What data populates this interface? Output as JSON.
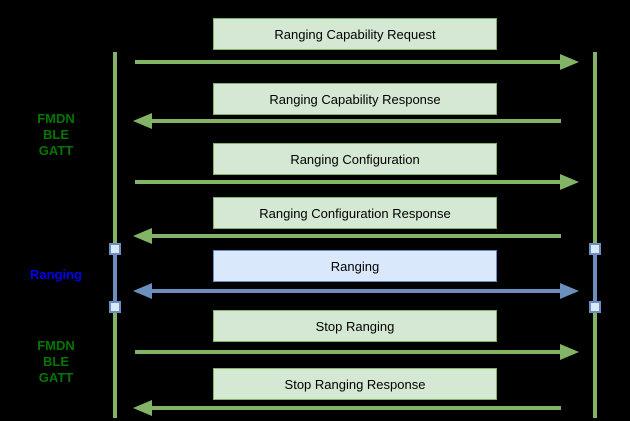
{
  "diagram": {
    "type": "sequence-diagram",
    "background": "#000000",
    "phase_labels": [
      {
        "lines": [
          "FMDN",
          "BLE",
          "GATT"
        ],
        "color": "#007700"
      },
      {
        "lines": [
          "Ranging"
        ],
        "color": "#0000EE"
      },
      {
        "lines": [
          "FMDN",
          "BLE",
          "GATT"
        ],
        "color": "#007700"
      }
    ],
    "messages": [
      {
        "label": "Ranging Capability Request",
        "direction": "right",
        "style": "green"
      },
      {
        "label": "Ranging Capability Response",
        "direction": "left",
        "style": "green"
      },
      {
        "label": "Ranging Configuration",
        "direction": "right",
        "style": "green"
      },
      {
        "label": "Ranging Configuration Response",
        "direction": "left",
        "style": "green"
      },
      {
        "label": "Ranging",
        "direction": "both",
        "style": "blue"
      },
      {
        "label": "Stop Ranging",
        "direction": "right",
        "style": "green"
      },
      {
        "label": "Stop Ranging Response",
        "direction": "left",
        "style": "green"
      }
    ],
    "lifelines": {
      "count": 2,
      "segments": [
        "green",
        "blue",
        "green"
      ]
    },
    "colors": {
      "green_fill": "#d5e8d4",
      "green_stroke": "#82b366",
      "blue_fill": "#dae8fc",
      "blue_stroke": "#6c8ebf",
      "label_green": "#007700",
      "label_blue": "#0000EE",
      "box_text": "#000000"
    }
  }
}
